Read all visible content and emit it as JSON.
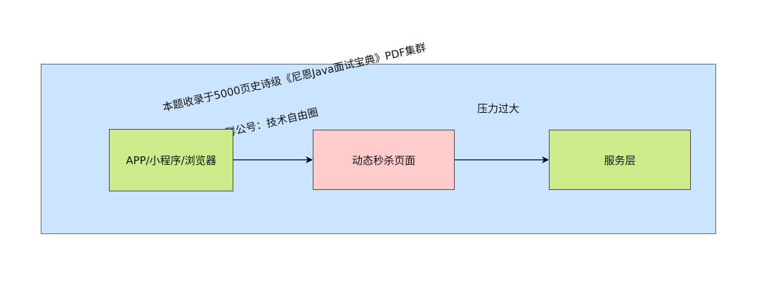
{
  "diagram": {
    "watermark_line1": "本题收录于5000页史诗级《尼恩Java面试宝典》PDF集群",
    "watermark_line2": "领取PDF集群公号：技术自由圈",
    "annotation": "压力过大",
    "nodes": [
      {
        "label": "APP/小程序/浏览器",
        "color": "#cdeb8b"
      },
      {
        "label": "动态秒杀页面",
        "color": "#ffcccc"
      },
      {
        "label": "服务层",
        "color": "#cdeb8b"
      }
    ],
    "edges": [
      {
        "from": "APP/小程序/浏览器",
        "to": "动态秒杀页面"
      },
      {
        "from": "动态秒杀页面",
        "to": "服务层"
      }
    ],
    "container_color": "#cce5ff"
  }
}
